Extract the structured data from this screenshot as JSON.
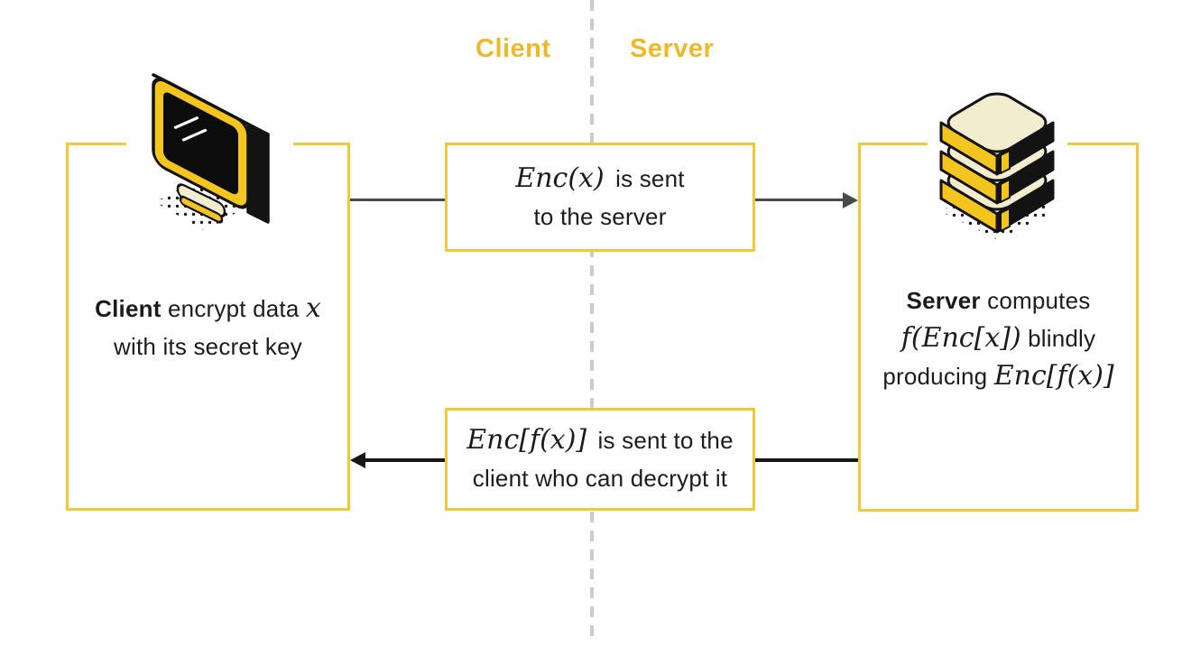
{
  "header": {
    "client_label": "Client",
    "server_label": "Server"
  },
  "client_box": {
    "bold": "Client",
    "line1_rest": " encrypt data ",
    "line1_math": "x",
    "line2": "with its secret key"
  },
  "server_box": {
    "bold": "Server",
    "line1_rest": " computes",
    "line2_math": "f(Enc[x])",
    "line2_rest": " blindly",
    "line3_text": "producing ",
    "line3_math": "Enc[f(x)]"
  },
  "top_message": {
    "math": "Enc(x)",
    "line1_rest": " is sent",
    "line2": "to the server"
  },
  "bottom_message": {
    "math": "Enc[f(x)]",
    "line1_rest": " is sent to the",
    "line2": "client who can decrypt it"
  },
  "icons": {
    "client_icon": "isometric-computer-monitor",
    "server_icon": "isometric-database-stack"
  },
  "colors": {
    "accent_gold_text": "#ECB92C",
    "box_border_yellow": "#EFC83C",
    "icon_yellow": "#F5C51F",
    "icon_cream": "#F3EDD0",
    "icon_black": "#131313",
    "arrow_gray": "#4A4A4A",
    "arrow_black": "#161616",
    "divider_gray": "#CBCBCB",
    "text_dark": "#1C1C1C"
  }
}
